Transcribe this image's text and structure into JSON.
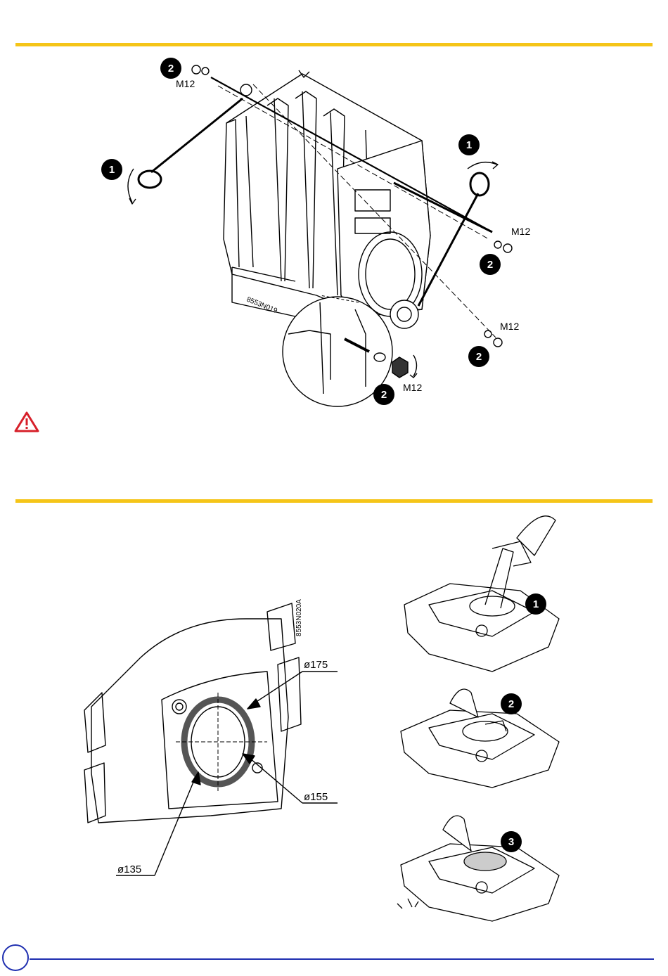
{
  "figure1": {
    "code": "8553N019",
    "badges": [
      "2",
      "1",
      "1",
      "2",
      "2",
      "2"
    ],
    "labels": [
      "M12",
      "M12",
      "M12",
      "M12"
    ]
  },
  "warning_icon": "warning-triangle-icon",
  "figure2": {
    "code": "8553N020A",
    "dimensions": [
      "ø175",
      "ø155",
      "ø135"
    ]
  },
  "figure3": {
    "steps": [
      "1",
      "2",
      "3"
    ]
  },
  "colors": {
    "rule": "#f5c518",
    "footer": "#1f2fb0",
    "warning": "#d7202a"
  }
}
